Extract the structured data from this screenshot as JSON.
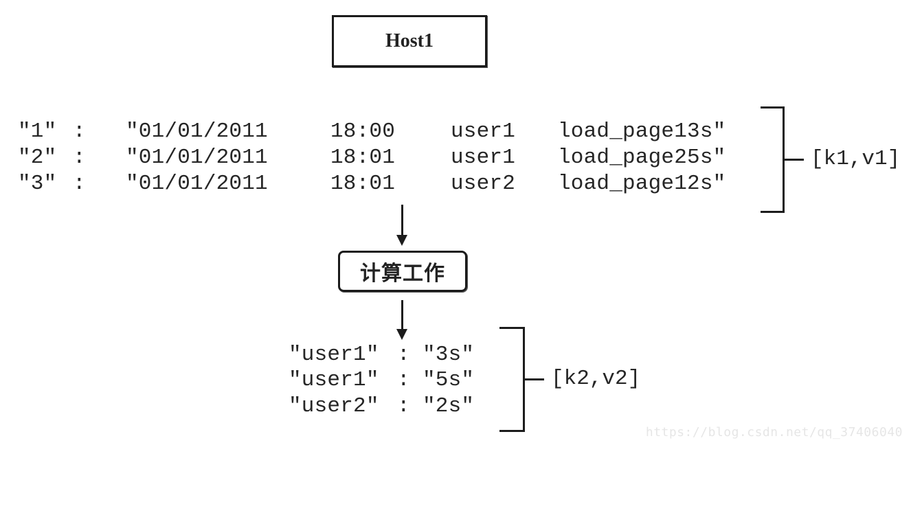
{
  "diagram": {
    "host_label": "Host1",
    "compute_label": "计算工作",
    "input_rows": [
      {
        "key": "\"1\"",
        "colon": ":",
        "date": "\"01/01/2011",
        "time": "18:00",
        "user": "user1",
        "action": "load_page13s\""
      },
      {
        "key": "\"2\"",
        "colon": ":",
        "date": "\"01/01/2011",
        "time": "18:01",
        "user": "user1",
        "action": "load_page25s\""
      },
      {
        "key": "\"3\"",
        "colon": ":",
        "date": "\"01/01/2011",
        "time": "18:01",
        "user": "user2",
        "action": "load_page12s\""
      }
    ],
    "input_bracket_label": "[k1,v1]",
    "output_rows": [
      {
        "user": "\"user1\"",
        "colon": ":",
        "value": "\"3s\""
      },
      {
        "user": "\"user1\"",
        "colon": ":",
        "value": "\"5s\""
      },
      {
        "user": "\"user2\"",
        "colon": ":",
        "value": "\"2s\""
      }
    ],
    "output_bracket_label": "[k2,v2]"
  },
  "watermark": "https://blog.csdn.net/qq_37406040"
}
